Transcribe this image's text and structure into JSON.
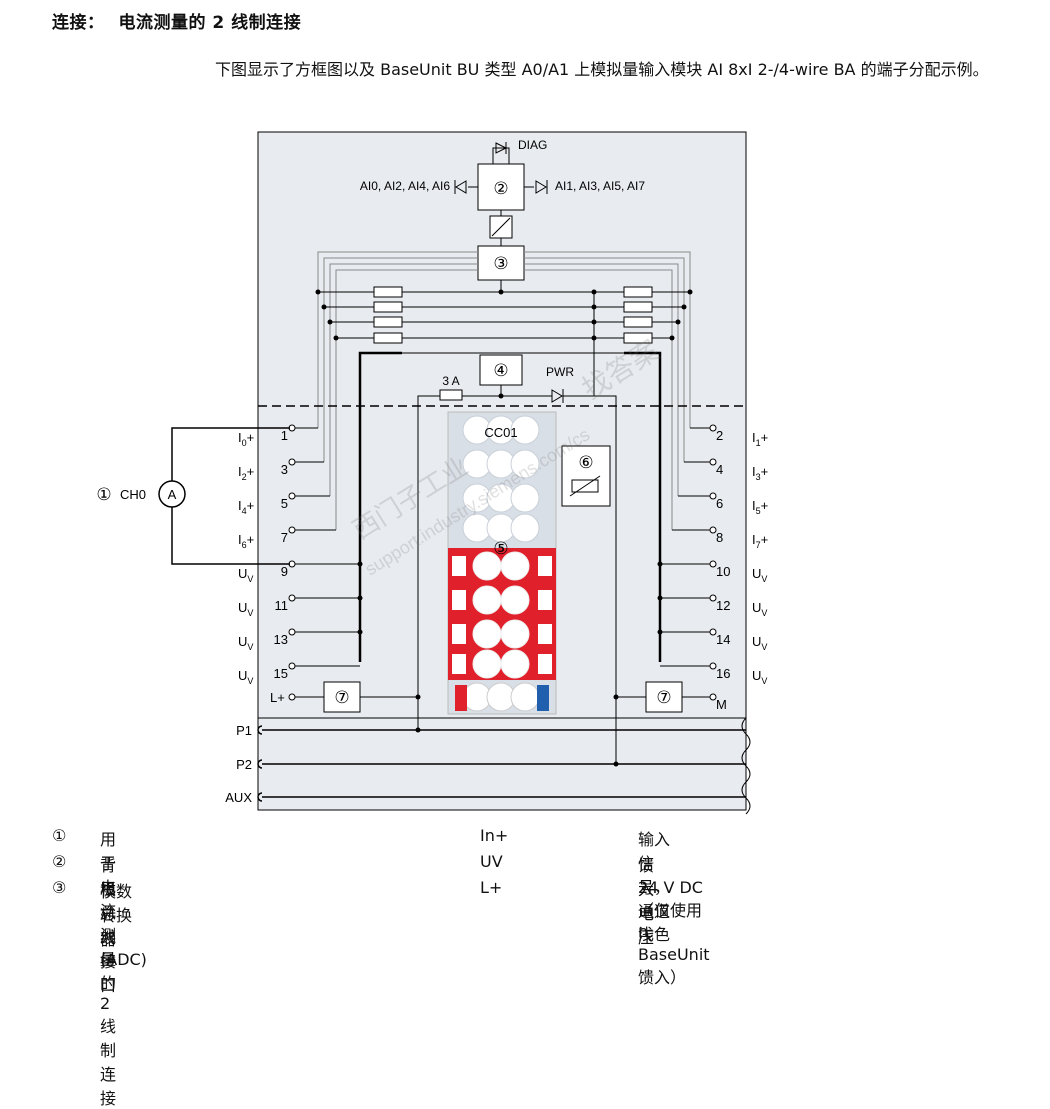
{
  "heading": {
    "label": "连接：",
    "title": "电流测量的 2 线制连接"
  },
  "intro": "下图显示了方框图以及 BaseUnit BU 类型 A0/A1 上模拟量输入模块 AI 8xI 2-/4-wire BA 的端子分配示例。",
  "diagram": {
    "diag_label": "DIAG",
    "left_leds_label": "AI0, AI2, AI4, AI6",
    "right_leds_label": "AI1, AI3, AI5, AI7",
    "fuse_label": "3 A",
    "pwr_label": "PWR",
    "cc_label": "CC01",
    "ch0_label": "CH0",
    "ammeter_label": "A",
    "markers": {
      "m1": "①",
      "m2": "②",
      "m3": "③",
      "m4": "④",
      "m5": "⑤",
      "m6": "⑥",
      "m7": "⑦"
    },
    "left_terminals": [
      {
        "num": "1",
        "sym": "I",
        "sub": "0",
        "suffix": "+"
      },
      {
        "num": "3",
        "sym": "I",
        "sub": "2",
        "suffix": "+"
      },
      {
        "num": "5",
        "sym": "I",
        "sub": "4",
        "suffix": "+"
      },
      {
        "num": "7",
        "sym": "I",
        "sub": "6",
        "suffix": "+"
      },
      {
        "num": "9",
        "sym": "U",
        "sub": "V",
        "suffix": ""
      },
      {
        "num": "11",
        "sym": "U",
        "sub": "V",
        "suffix": ""
      },
      {
        "num": "13",
        "sym": "U",
        "sub": "V",
        "suffix": ""
      },
      {
        "num": "15",
        "sym": "U",
        "sub": "V",
        "suffix": ""
      }
    ],
    "right_terminals": [
      {
        "num": "2",
        "sym": "I",
        "sub": "1",
        "suffix": "+"
      },
      {
        "num": "4",
        "sym": "I",
        "sub": "3",
        "suffix": "+"
      },
      {
        "num": "6",
        "sym": "I",
        "sub": "5",
        "suffix": "+"
      },
      {
        "num": "8",
        "sym": "I",
        "sub": "7",
        "suffix": "+"
      },
      {
        "num": "10",
        "sym": "U",
        "sub": "V",
        "suffix": ""
      },
      {
        "num": "12",
        "sym": "U",
        "sub": "V",
        "suffix": ""
      },
      {
        "num": "14",
        "sym": "U",
        "sub": "V",
        "suffix": ""
      },
      {
        "num": "16",
        "sym": "U",
        "sub": "V",
        "suffix": ""
      }
    ],
    "l_plus": "L+",
    "m_label": "M",
    "buses": [
      "P1",
      "P2",
      "AUX"
    ],
    "watermark": [
      "西门子工业",
      "support.industry.siemens.com/cs",
      "找答案"
    ],
    "colors": {
      "panel": "#e8ebef",
      "red": "#e0202a",
      "blue": "#1f5fae",
      "line": "#000000",
      "module": "#dde3ea"
    }
  },
  "legend": [
    {
      "num": "①",
      "text": "用于电流测量的 2 线制连接",
      "sym": "In+",
      "desc": "输入信号，通道 n"
    },
    {
      "num": "②",
      "text": "背板总线接口",
      "sym": "UV",
      "desc": "馈入电压"
    },
    {
      "num": "③",
      "text": "模数转换器 (ADC)",
      "sym": "L+",
      "desc": "24 V DC（仅使用浅色 BaseUnit 馈入）"
    }
  ]
}
